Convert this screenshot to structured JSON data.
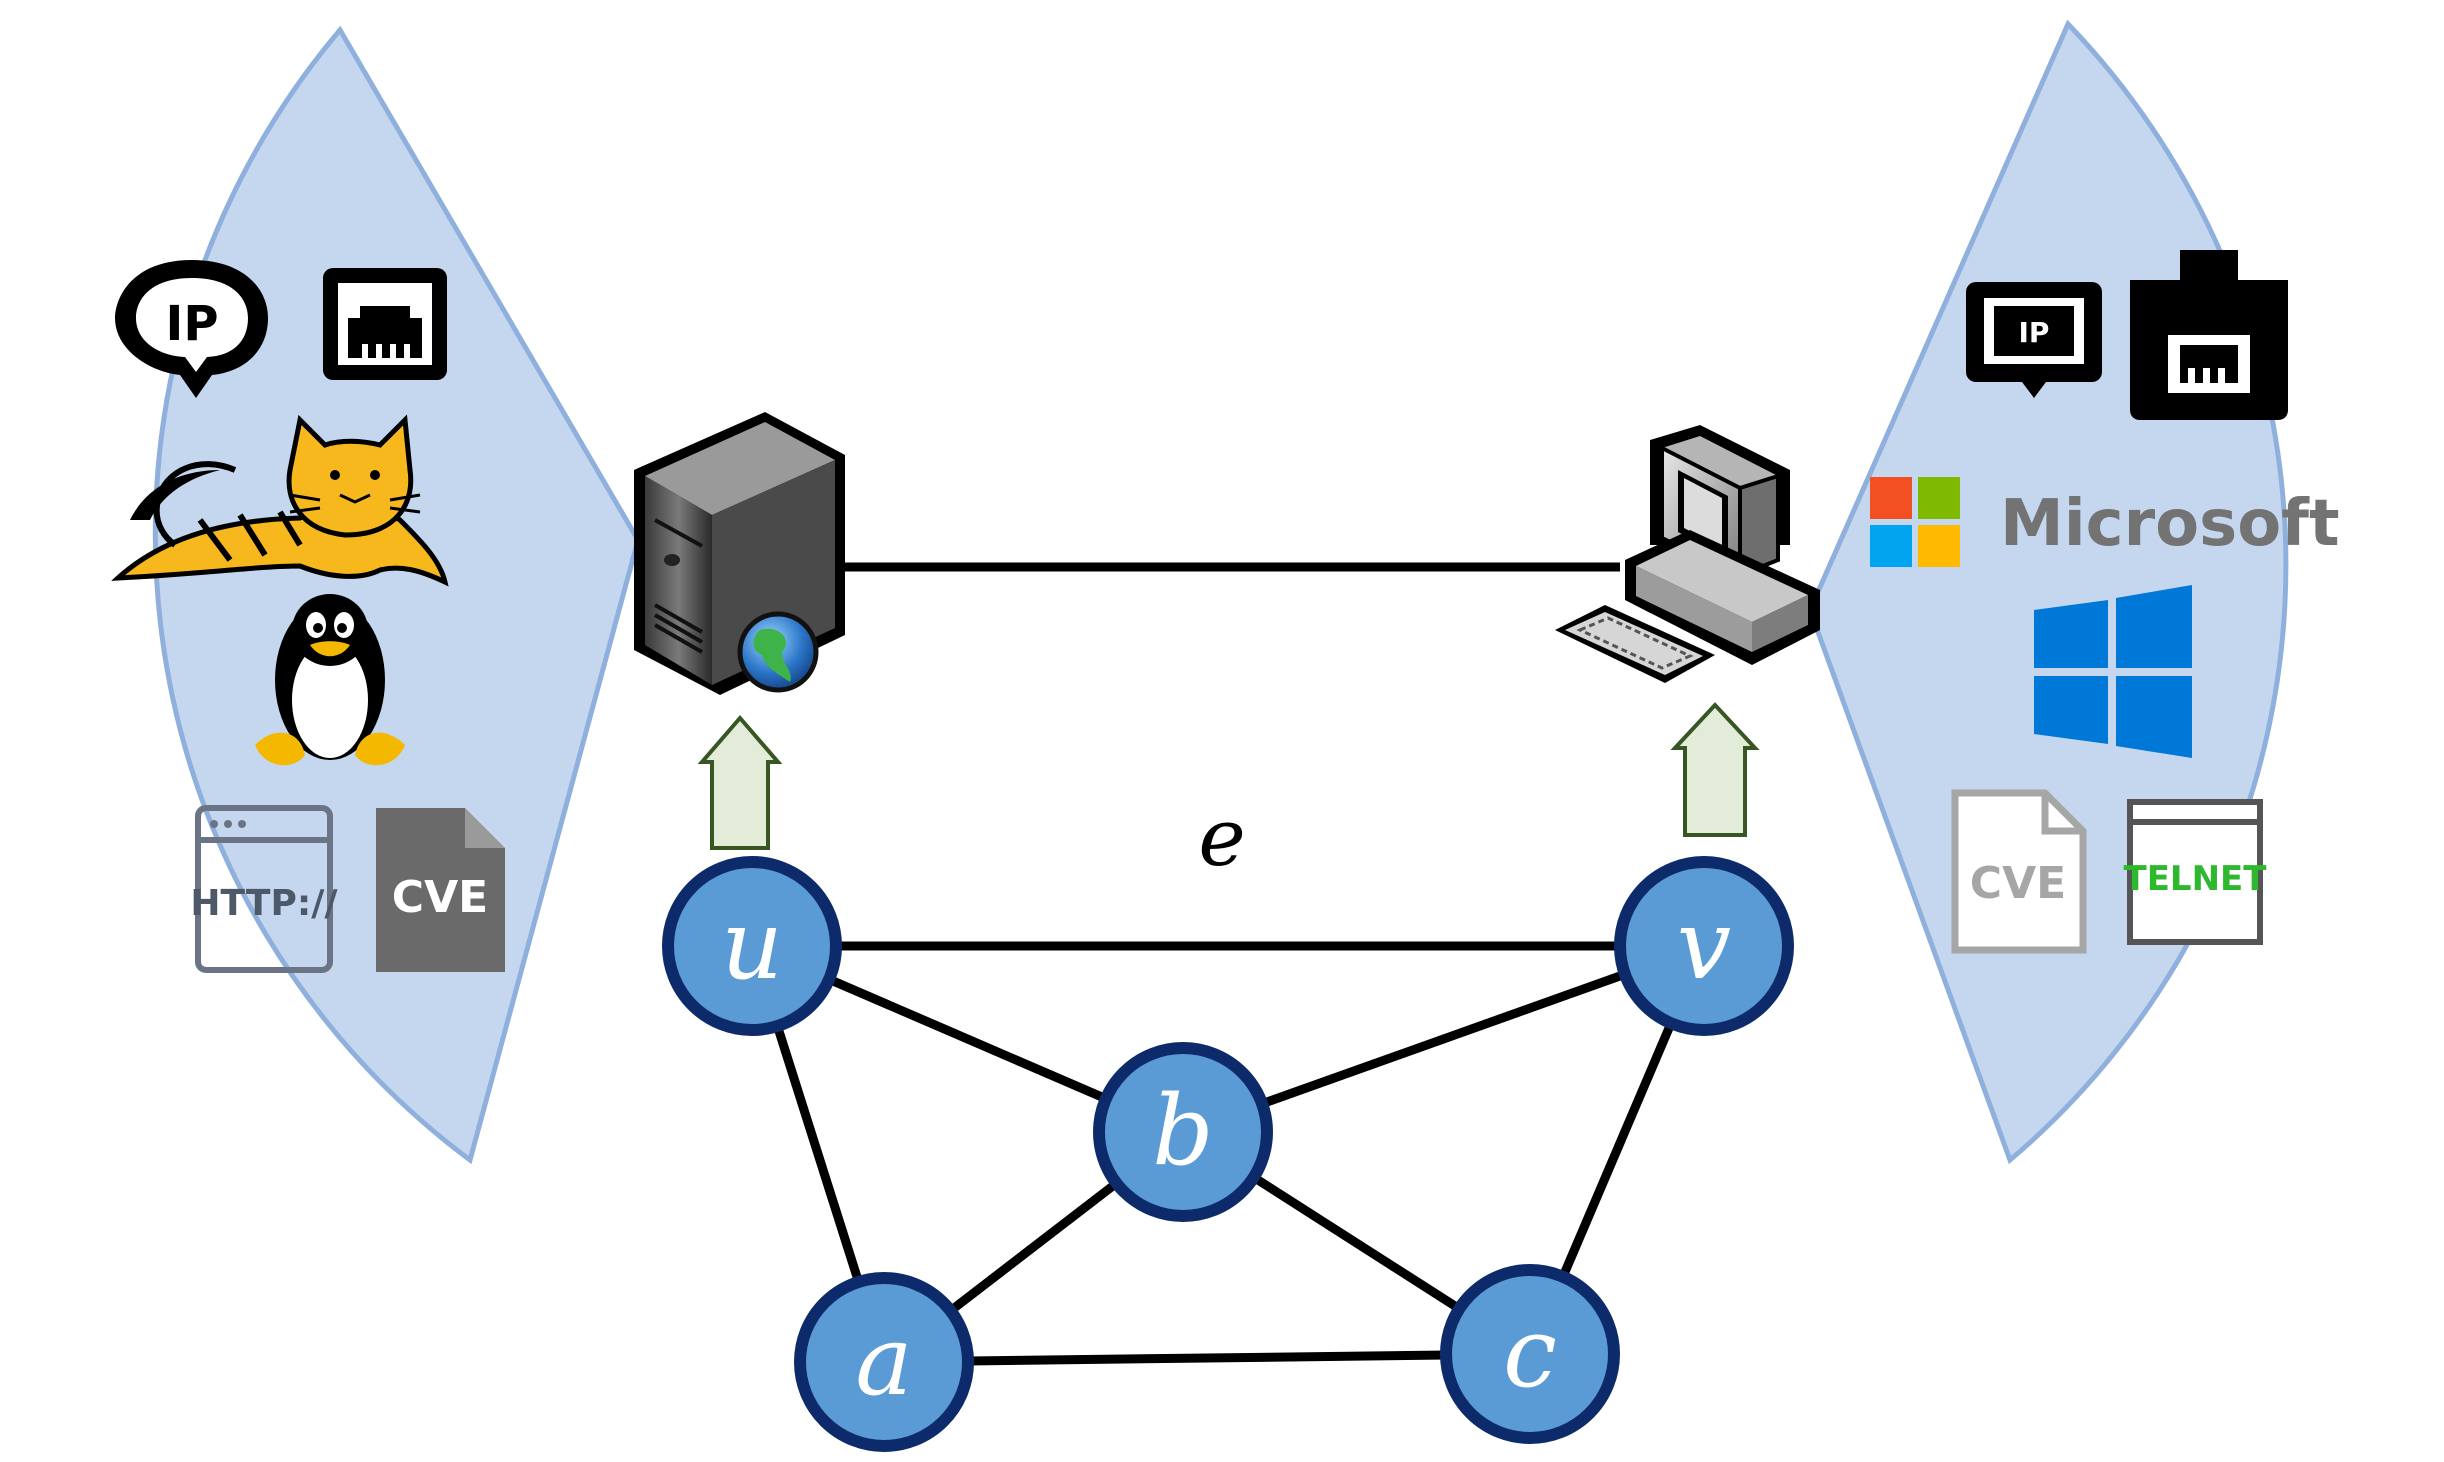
{
  "nodes": [
    {
      "id": "u",
      "label": "u"
    },
    {
      "id": "v",
      "label": "v"
    },
    {
      "id": "b",
      "label": "b"
    },
    {
      "id": "a",
      "label": "a"
    },
    {
      "id": "c",
      "label": "c"
    }
  ],
  "edges": [
    [
      "u",
      "v"
    ],
    [
      "u",
      "b"
    ],
    [
      "u",
      "a"
    ],
    [
      "b",
      "v"
    ],
    [
      "b",
      "a"
    ],
    [
      "b",
      "c"
    ],
    [
      "a",
      "c"
    ],
    [
      "v",
      "c"
    ]
  ],
  "edge_label": "e",
  "colors": {
    "node_fill": "#5b9bd5",
    "node_stroke": "#0d2a6b",
    "fan_fill": "#c5d7ef",
    "fan_stroke": "#8fb0dd",
    "arrow_fill": "#e2ecd8",
    "arrow_stroke": "#375623"
  },
  "left_panel": {
    "ip_text": "IP",
    "http_text": "HTTP://",
    "cve_text": "CVE",
    "icons": [
      "ip-icon",
      "ethernet-port-icon",
      "tomcat-icon",
      "linux-penguin-icon",
      "http-browser-icon",
      "cve-file-icon"
    ]
  },
  "right_panel": {
    "ip_text": "IP",
    "brand_text": "Microsoft",
    "cve_text": "CVE",
    "telnet_text": "TELNET",
    "icons": [
      "ip-monitor-icon",
      "ethernet-plug-icon",
      "microsoft-logo-icon",
      "windows-logo-icon",
      "cve-file-icon",
      "telnet-window-icon"
    ]
  }
}
